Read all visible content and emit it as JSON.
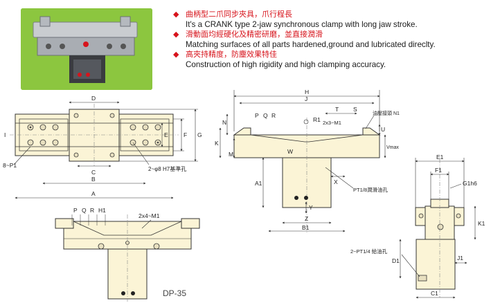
{
  "features": [
    {
      "zh": "曲柄型二爪同步夾具，爪行程長",
      "en": "It's a CRANK type 2-jaw synchronous clamp with long jaw stroke."
    },
    {
      "zh": "滑動面均經硬化及精密研磨，並直接潤滑",
      "en": "Matching surfaces of all parts hardened,ground and lubricated direclty."
    },
    {
      "zh": "高夾持精度，防塵效果特佳",
      "en": "Construction of high rigidity and high clamping accuracy."
    }
  ],
  "colors": {
    "accent": "#d7141c",
    "body_fill": "#fbf4d6",
    "photo_bg": "#8cc63f"
  },
  "model": "DP-35",
  "views": {
    "top": {
      "dims": {
        "D": "D",
        "C": "C",
        "B": "B",
        "A": "A",
        "E": "E",
        "F": "F",
        "G": "G",
        "I": "I"
      },
      "notes": {
        "p1": "8~P1",
        "holes": "2~φ8 H7基準孔"
      }
    },
    "front": {
      "dims": {
        "H": "H",
        "J": "J",
        "P": "P",
        "Q": "Q",
        "R": "R",
        "T": "T",
        "S": "S",
        "N": "N",
        "K": "K",
        "M": "M",
        "U": "U",
        "Vmax": "Vmax",
        "W": "W",
        "X": "X",
        "A1": "A1",
        "Y": "Y",
        "Z": "Z",
        "B1": "B1",
        "R1": "R1"
      },
      "notes": {
        "m1": "2x3~M1",
        "grease": "油壓接頭 N1",
        "oil": "PT1/8潤滑油孔"
      }
    },
    "side": {
      "dims": {
        "E1": "E1",
        "F1": "F1",
        "G1": "G1h6",
        "K1": "K1",
        "J1": "J1",
        "D1": "D1",
        "C1": "C1"
      },
      "notes": {
        "port": "2~PT1/4 給油孔"
      }
    },
    "bottom": {
      "dims": {
        "P": "P",
        "Q": "Q",
        "R": "R",
        "H1": "H1"
      },
      "notes": {
        "m1": "2x4~M1"
      }
    }
  }
}
